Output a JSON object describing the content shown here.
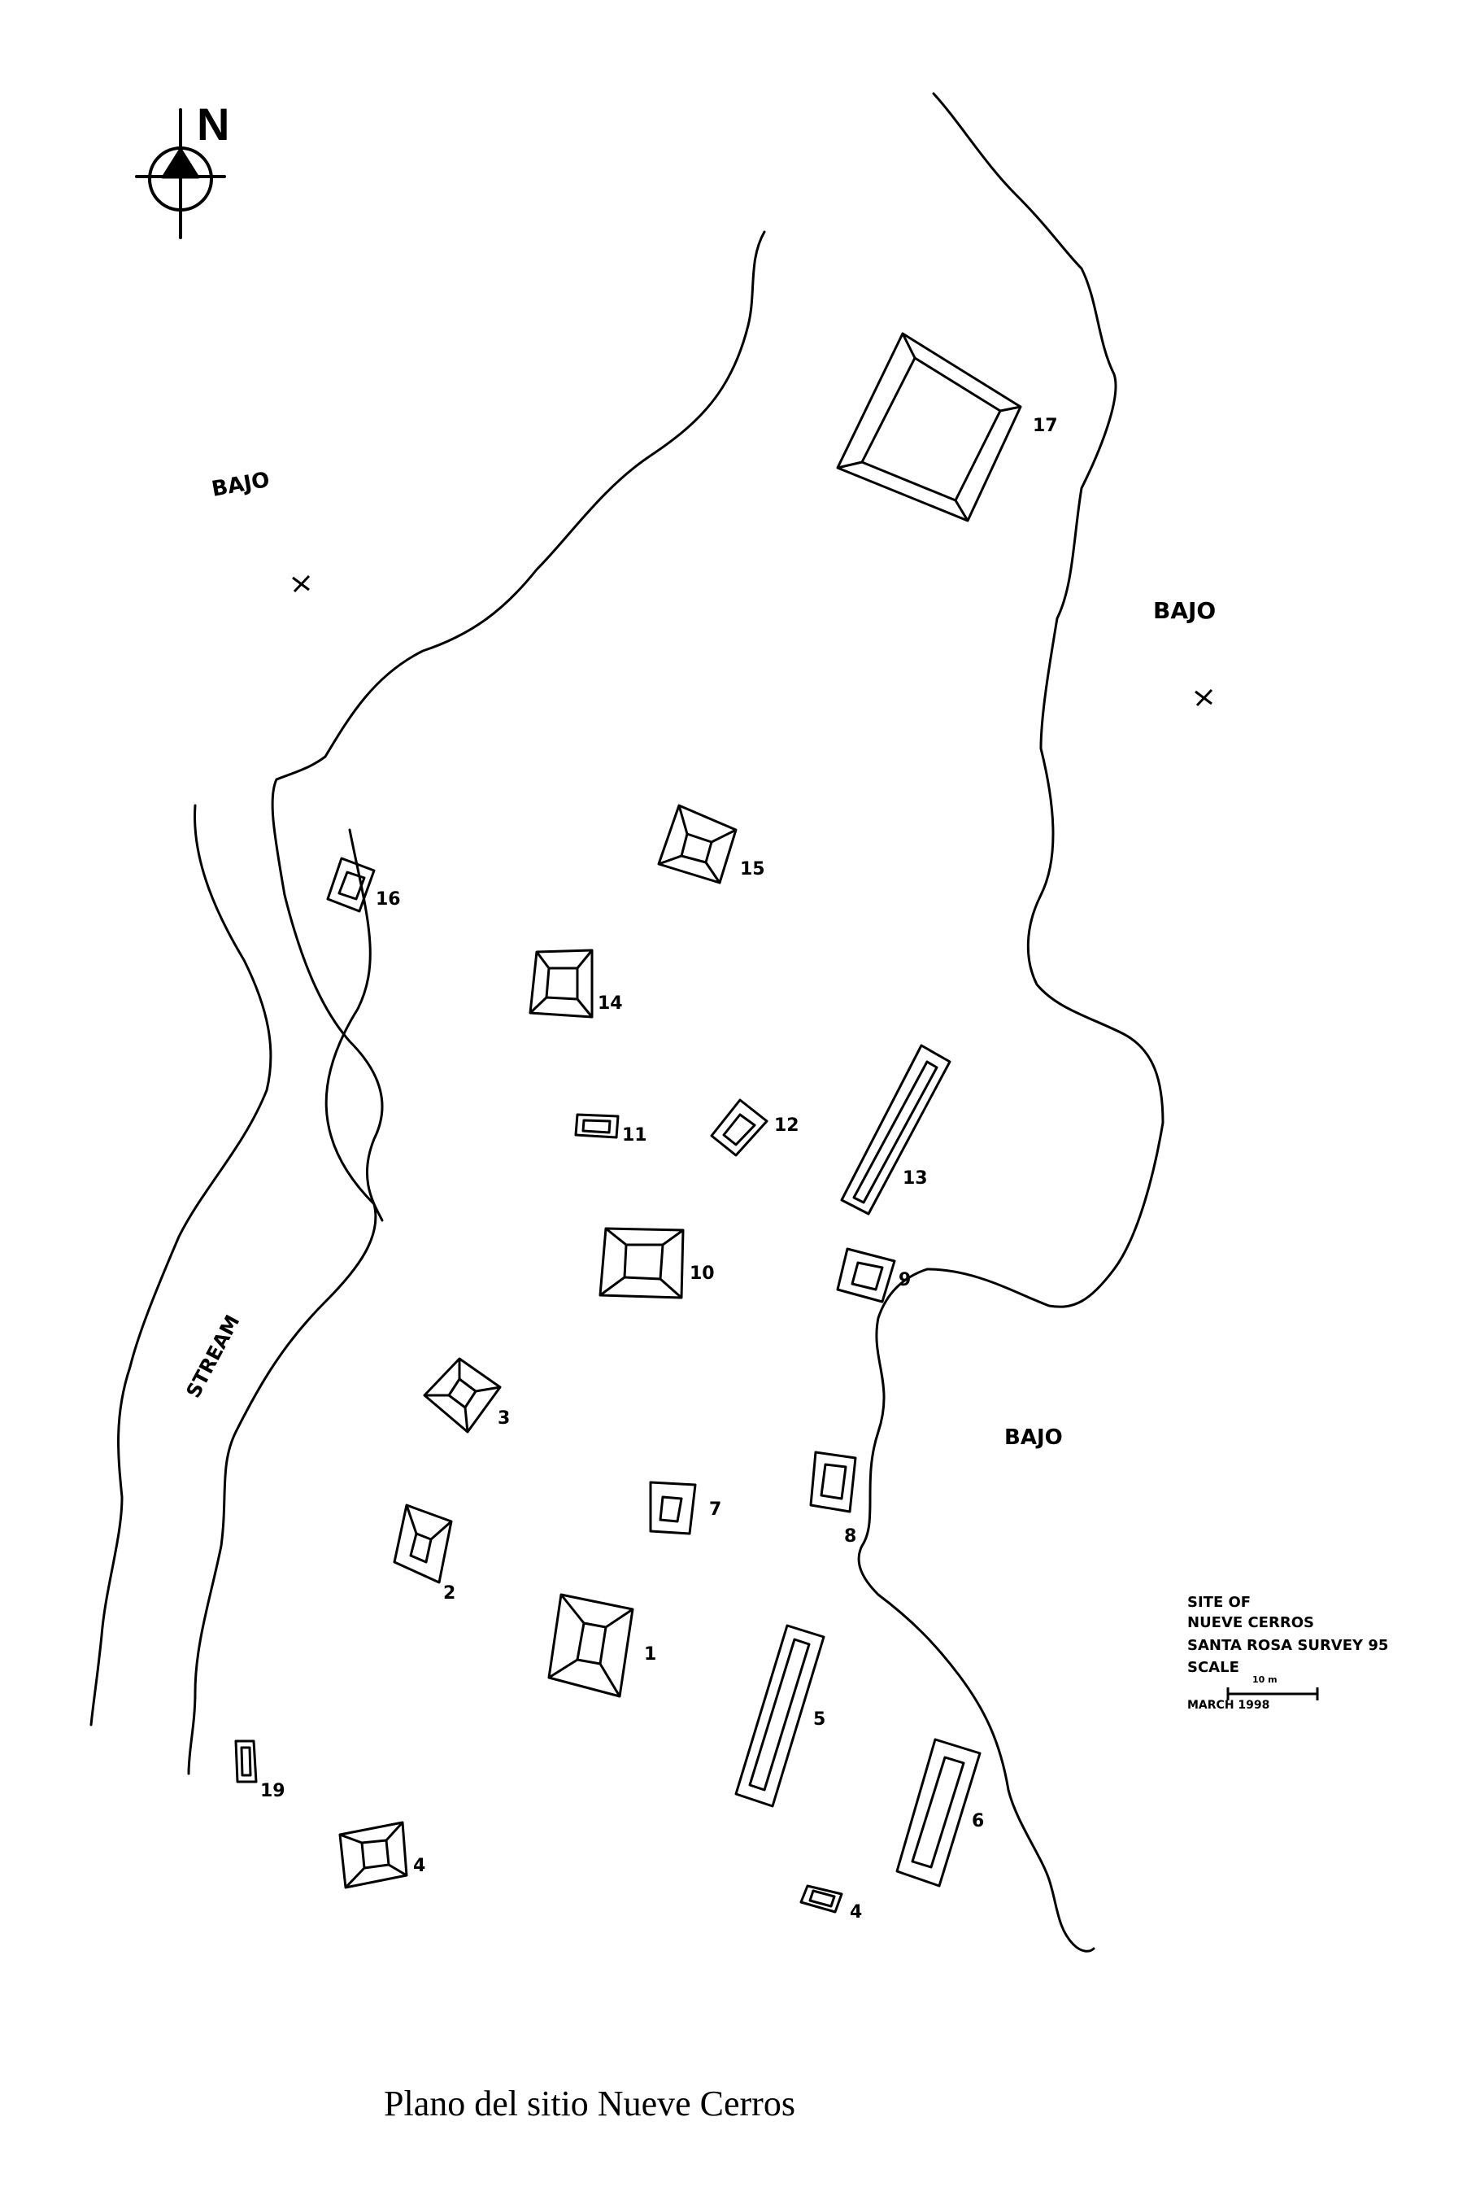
{
  "north_label": "N",
  "labels": {
    "bajo_nw": "BAJO",
    "bajo_ne": "BAJO",
    "bajo_se": "BAJO",
    "stream": "STREAM"
  },
  "structures": {
    "s1": "1",
    "s2": "2",
    "s3": "3",
    "s4": "4",
    "s5": "5",
    "s6": "6",
    "s7": "7",
    "s8": "8",
    "s9": "9",
    "s10": "10",
    "s11": "11",
    "s12": "12",
    "s13": "13",
    "s14": "14",
    "s15": "15",
    "s16": "16",
    "s17": "17",
    "s18": "4",
    "s19": "19"
  },
  "legend": {
    "line1": "SITE OF",
    "line2": "NUEVE CERROS",
    "line3": "SANTA ROSA SURVEY 95",
    "line4": "SCALE",
    "scale_value": "10 m",
    "line5": "MARCH 1998"
  },
  "caption": "Plano del sitio Nueve Cerros"
}
